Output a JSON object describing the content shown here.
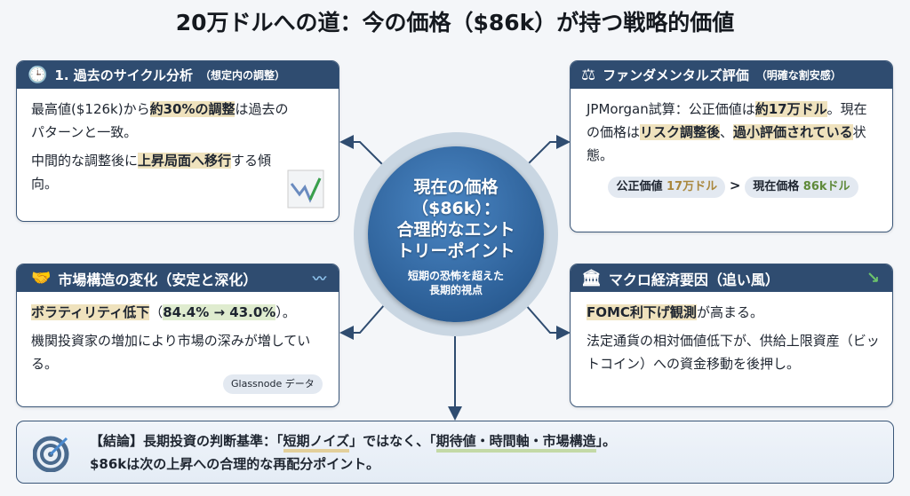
{
  "title": "20万ドルへの道：今の価格（$86k）が持つ戦略的価値",
  "center": {
    "main_lines": [
      "現在の価格",
      "（$86k）：",
      "合理的なエント",
      "トリーポイント"
    ],
    "sub_lines": [
      "短期の恐怖を超えた",
      "長期的視点"
    ]
  },
  "cards": [
    {
      "title": "1. 過去のサイクル分析",
      "subtitle": "（想定内の調整）",
      "icon": "clock-chart-icon",
      "p1": [
        "最高値($126k)から",
        "約30%の調整",
        "は過去のパターンと一致。"
      ],
      "p2": [
        "中間的な調整後に",
        "上昇局面へ移行",
        "する傾向。"
      ],
      "side_icon": "rising-chart-icon"
    },
    {
      "title": "ファンダメンタルズ評価",
      "subtitle": "（明確な割安感）",
      "icon": "scale-calculator-icon",
      "p1": [
        "JPMorgan試算：公正価値は",
        "約17万ドル",
        "。現在の価格は",
        "リスク調整後",
        "、",
        "過小評価されている",
        "状態。"
      ],
      "pill1": {
        "label": "公正価値",
        "value": "17万ドル"
      },
      "compare": ">",
      "pill2": {
        "label": "現在価格",
        "value": "86kドル"
      }
    },
    {
      "title": "市場構造の変化（安定と深化）",
      "icon": "handshake-icon",
      "side_icon": "wave-icon",
      "p1": [
        "ボラティリティ低下",
        "（",
        "84.4% → 43.0%",
        "）。"
      ],
      "p2": "機関投資家の増加により市場の深みが増している。",
      "badge": "Glassnode データ"
    },
    {
      "title": "マクロ経済要因（追い風）",
      "icon": "bank-icon",
      "side_icon": "trend-down-icon",
      "p1": [
        "FOMC利下げ観測",
        "が高まる。"
      ],
      "p2": "法定通貨の相対価値低下が、供給上限資産（ビットコイン）への資金移動を後押し。"
    }
  ],
  "conclusion": {
    "icon": "target-icon",
    "l1": [
      "【結論】長期投資の判断基準：「",
      "短期ノイズ",
      "」ではなく、「",
      "期待値・時間軸・市場構造",
      "」。"
    ],
    "l2": "$86kは次の上昇への合理的な再配分ポイント。"
  },
  "colors": {
    "navy": "#2f4c70",
    "highlight": "#efe2bd",
    "green_highlight": "#dfeccf"
  }
}
